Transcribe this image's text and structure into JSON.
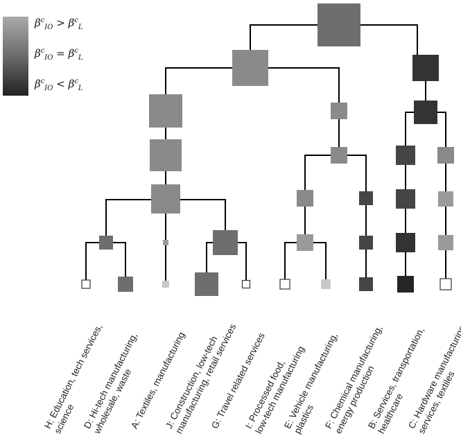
{
  "legend": {
    "items": [
      {
        "id": "greater",
        "greek": "β",
        "sup": "c",
        "sub_left": "IO",
        "relation": ">",
        "sub_right": "L",
        "color": "#aaaaaa"
      },
      {
        "id": "equal",
        "greek": "β",
        "sup": "c",
        "sub_left": "IO",
        "relation": "=",
        "sub_right": "L",
        "color": "#6b6b6b"
      },
      {
        "id": "less",
        "greek": "β",
        "sup": "c",
        "sub_left": "IO",
        "relation": "<",
        "sub_right": "L",
        "color": "#222222"
      }
    ]
  },
  "leaves": [
    {
      "id": "H",
      "line1": "H: Education, tech services,",
      "line2": "science"
    },
    {
      "id": "D",
      "line1": "D: Hi-tech manufacturing,",
      "line2": "wholesale, waste"
    },
    {
      "id": "A",
      "line1": "A: Textiles, manufacturing",
      "line2": ""
    },
    {
      "id": "J",
      "line1": "J: Construction, low-tech",
      "line2": "manufacturing, retail services"
    },
    {
      "id": "G",
      "line1": "G: Travel related services",
      "line2": ""
    },
    {
      "id": "I",
      "line1": "I: Processed food,",
      "line2": "low-tech manufacturing"
    },
    {
      "id": "E",
      "line1": "E: Vehicle manufacturing,",
      "line2": "plastics"
    },
    {
      "id": "F",
      "line1": "F: Chemical manufacturing,",
      "line2": "energy production"
    },
    {
      "id": "B",
      "line1": "B: Services, transportation,",
      "line2": "healthcare"
    },
    {
      "id": "C",
      "line1": "C: Hardware manufacturing,",
      "line2": "services, textiles"
    }
  ],
  "colors": {
    "line": "#000000",
    "light": "#aaaaaa",
    "mid": "#8a8a8a",
    "midlight": "#9a9a9a",
    "mid2": "#6e6e6e",
    "dark": "#454545",
    "darker": "#333333",
    "darkest": "#262626",
    "vlight": "#c8c8c8"
  }
}
